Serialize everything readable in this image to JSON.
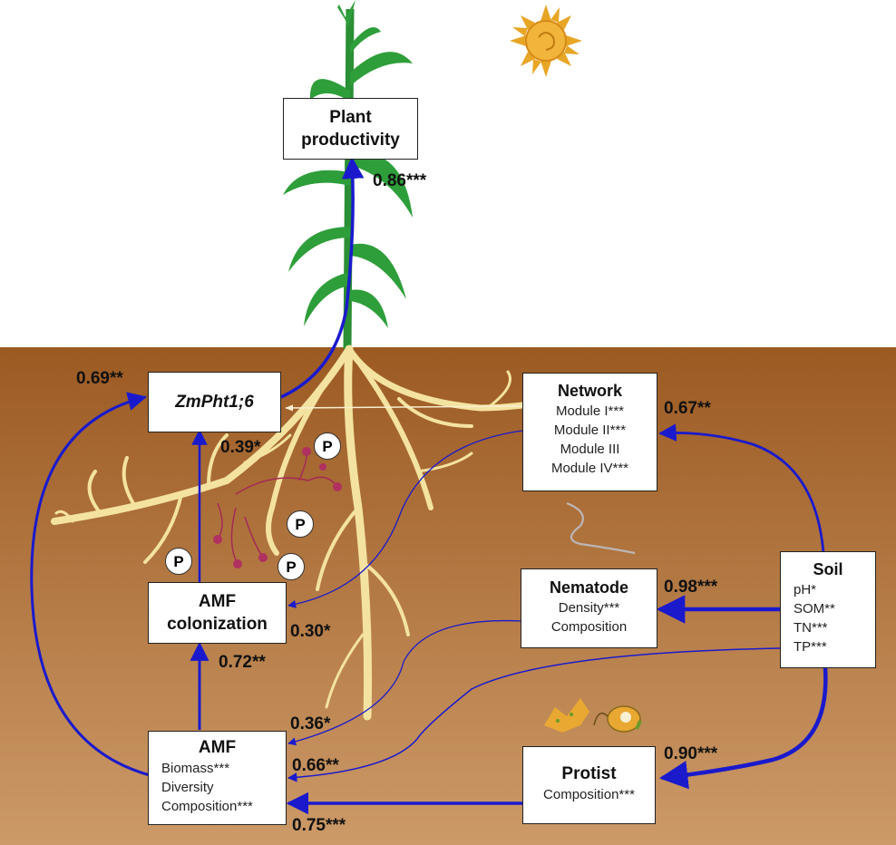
{
  "boxes": {
    "plant": {
      "title_line1": "Plant",
      "title_line2": "productivity"
    },
    "zmpht": {
      "title": "ZmPht1;6"
    },
    "amf_col": {
      "title_line1": "AMF",
      "title_line2": "colonization"
    },
    "amf": {
      "title": "AMF",
      "lines": [
        "Biomass***",
        "Diversity",
        "Composition***"
      ]
    },
    "network": {
      "title": "Network",
      "lines": [
        "Module I***",
        "Module II***",
        "Module III",
        "Module IV***"
      ]
    },
    "nematode": {
      "title": "Nematode",
      "lines": [
        "Density***",
        "Composition"
      ]
    },
    "soil": {
      "title": "Soil",
      "lines": [
        "pH*",
        "SOM**",
        "TN***",
        "TP***"
      ]
    },
    "protist": {
      "title": "Protist",
      "lines": [
        "Composition***"
      ]
    }
  },
  "coefficients": {
    "zm_to_plant": "0.86***",
    "amf_to_zm": "0.69**",
    "col_to_zm": "0.39*",
    "network_to_col": "0.30*",
    "amf_to_col": "0.72**",
    "soil_to_network": "0.67**",
    "soil_to_nematode": "0.98***",
    "nematode_to_amf": "0.36*",
    "soil_to_amf": "0.66**",
    "protist_to_amf": "0.75***",
    "soil_to_protist": "0.90***"
  },
  "phosphate_label": "P",
  "colors": {
    "soil_top": "#9c5a22",
    "soil_bottom": "#c8925f",
    "path_blue": "#1a1acc",
    "root": "#f4e3a0",
    "leaf": "#2e9e3a",
    "hyphae": "#a42a55",
    "sun": "#e8a626"
  }
}
